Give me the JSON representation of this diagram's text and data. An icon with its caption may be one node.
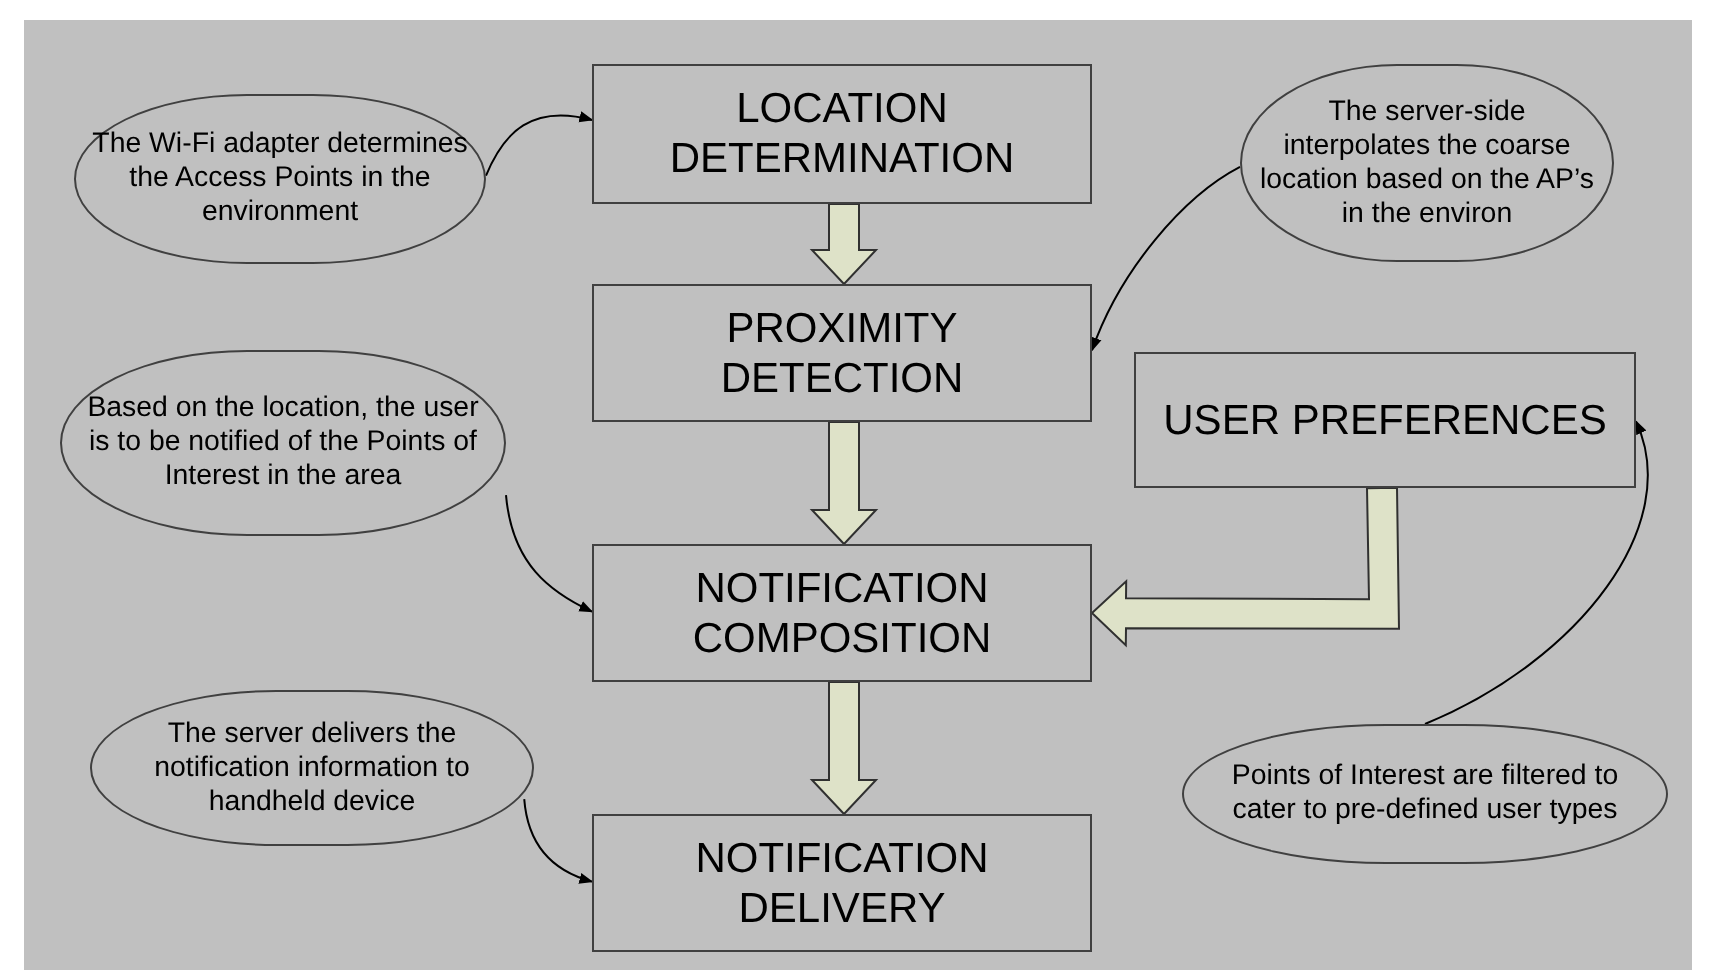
{
  "diagram": {
    "nodes": [
      {
        "text": [
          "The Wi-Fi adapter determines the Access Points in the environment"
        ]
      },
      {
        "text": [
          "LOCATION DETERMINATION"
        ]
      },
      {
        "text": [
          "The server-side interpolates the coarse location based on the AP’s in the environ"
        ]
      },
      {
        "text": [
          "PROXIMITY DETECTION"
        ]
      },
      {
        "text": [
          "Based on the location, the user is to be notified of the Points of Interest in the area"
        ]
      },
      {
        "text": [
          "USER PREFERENCES"
        ]
      },
      {
        "text": [
          "NOTIFICATION COMPOSITION"
        ]
      },
      {
        "text": [
          "The server delivers the notification information to handheld device"
        ]
      },
      {
        "text": [
          "NOTIFICATION DELIVERY"
        ]
      },
      {
        "text": [
          "Points of Interest are filtered to cater to pre-defined user types"
        ]
      }
    ],
    "edges": [
      {
        "from": 0,
        "to": 1,
        "arrow": "to"
      },
      {
        "from": 1,
        "to": 3,
        "arrow": "to",
        "style": "thick",
        "color": "#dee2c8"
      },
      {
        "from": 2,
        "to": 3,
        "arrow": "to"
      },
      {
        "from": 3,
        "to": 6,
        "arrow": "to",
        "style": "thick",
        "color": "#dee2c8"
      },
      {
        "from": 4,
        "to": 6,
        "arrow": "to"
      },
      {
        "from": 5,
        "to": 6,
        "arrow": "to",
        "style": "thick",
        "color": "#dee2c8"
      },
      {
        "from": 7,
        "to": 8,
        "arrow": "to"
      },
      {
        "from": 6,
        "to": 8,
        "arrow": "to",
        "style": "thick",
        "color": "#dee2c8"
      },
      {
        "from": 9,
        "to": 5,
        "arrow": "to"
      }
    ]
  }
}
